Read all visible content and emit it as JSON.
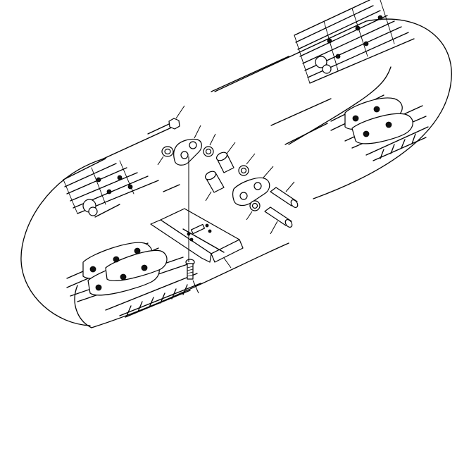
{
  "diagram": {
    "kind": "exploded-view",
    "line_color": "#000000",
    "background": "#ffffff",
    "parts": [
      {
        "id": "nut-top",
        "icon": "nut-icon"
      },
      {
        "id": "link-left",
        "icon": "track-link-icon"
      },
      {
        "id": "nut-left",
        "icon": "nut-icon"
      },
      {
        "id": "seal-upper",
        "icon": "seal-ring-icon"
      },
      {
        "id": "bushing-upper",
        "icon": "bushing-icon"
      },
      {
        "id": "seal-middle",
        "icon": "seal-ring-icon"
      },
      {
        "id": "bushing-lower",
        "icon": "bushing-icon"
      },
      {
        "id": "link-right",
        "icon": "track-link-icon"
      },
      {
        "id": "pin-upper",
        "icon": "pin-icon"
      },
      {
        "id": "seal-lower",
        "icon": "seal-ring-icon"
      },
      {
        "id": "pin-lower",
        "icon": "pin-icon"
      },
      {
        "id": "track-shoe",
        "icon": "track-shoe-icon"
      },
      {
        "id": "shoe-bolt",
        "icon": "bolt-icon"
      }
    ]
  }
}
